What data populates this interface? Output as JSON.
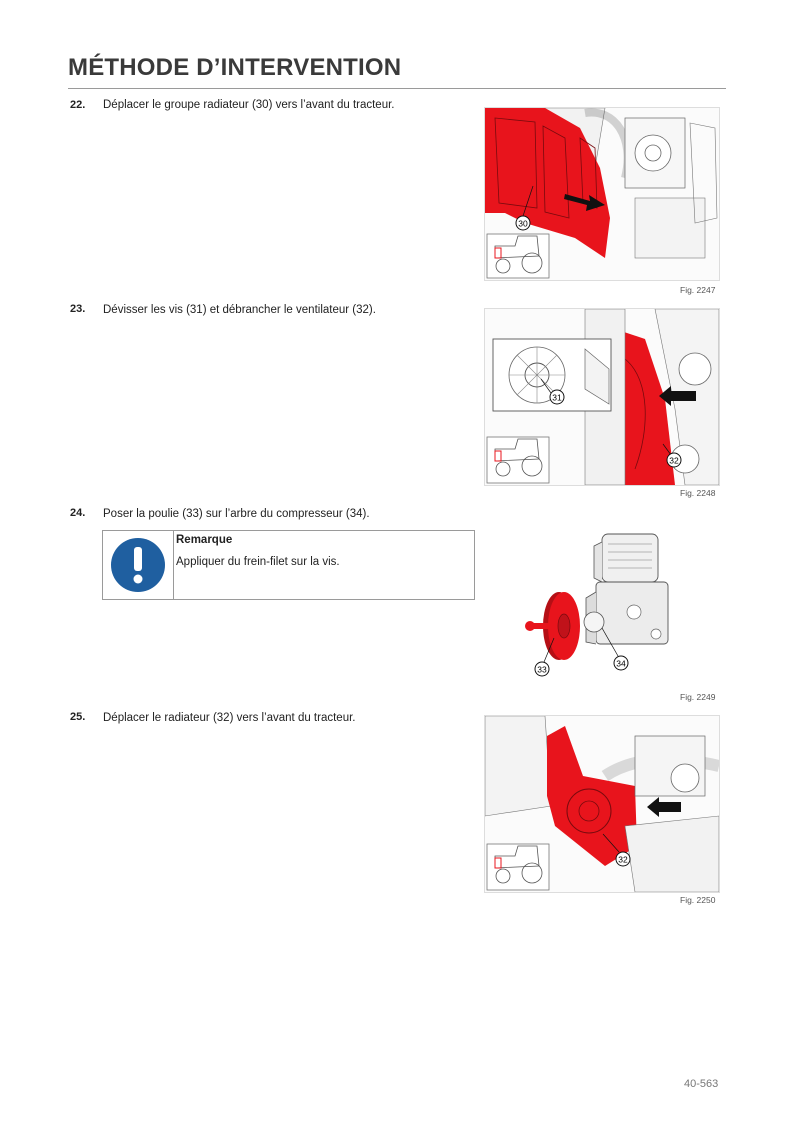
{
  "header": {
    "title": "MÉTHODE D’INTERVENTION"
  },
  "steps": [
    {
      "number": "22.",
      "text": "Déplacer le groupe radiateur (30) vers l’avant du tracteur.",
      "figure": {
        "caption": "Fig. 2247",
        "callouts": [
          "30"
        ]
      }
    },
    {
      "number": "23.",
      "text": "Dévisser les vis (31) et débrancher le ventilateur (32).",
      "figure": {
        "caption": "Fig. 2248",
        "callouts": [
          "31",
          "32"
        ]
      }
    },
    {
      "number": "24.",
      "text": "Poser la poulie (33) sur l’arbre du compresseur (34).",
      "figure": {
        "caption": "Fig. 2249",
        "callouts": [
          "33",
          "34"
        ]
      }
    },
    {
      "number": "25.",
      "text": "Déplacer le radiateur (32) vers l’avant du tracteur.",
      "figure": {
        "caption": "Fig. 2250",
        "callouts": [
          "32"
        ]
      }
    }
  ],
  "note": {
    "title": "Remarque",
    "text": "Appliquer du frein-filet sur la vis.",
    "icon": "exclamation-icon"
  },
  "footer": {
    "page_number": "40-563"
  },
  "colors": {
    "highlight": "#e8141c",
    "note_icon": "#1f5fa0"
  }
}
